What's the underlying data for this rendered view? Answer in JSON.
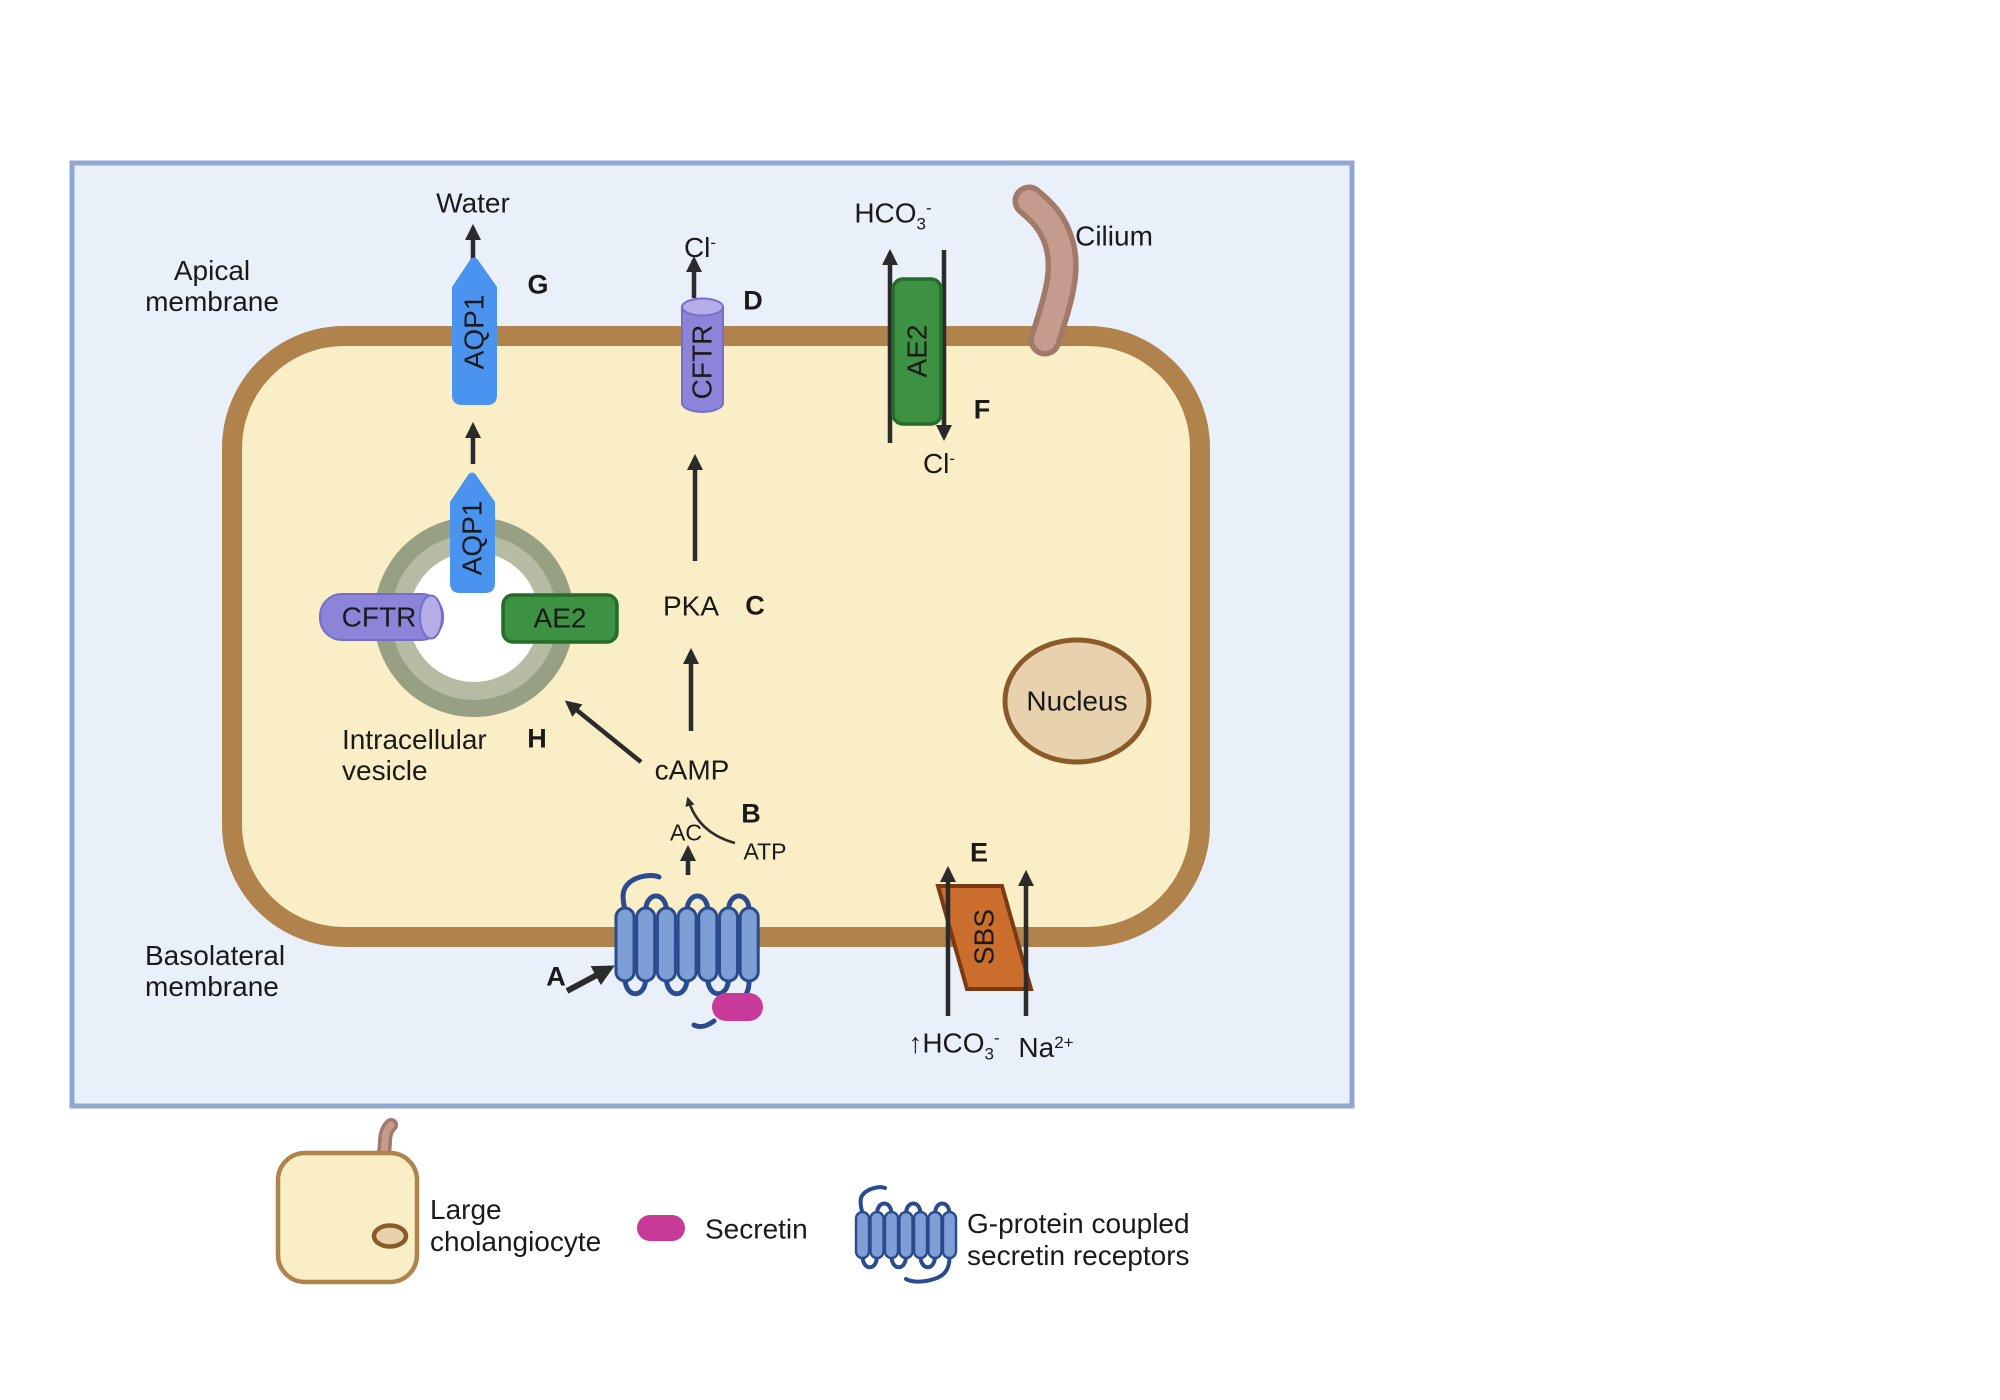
{
  "panel": {
    "apical_membrane": {
      "line1": "Apical",
      "line2": "membrane"
    },
    "basolateral_membrane": {
      "line1": "Basolateral",
      "line2": "membrane"
    },
    "water": "Water",
    "cilium": "Cilium",
    "nucleus": "Nucleus",
    "vesicle_label": {
      "line1": "Intracellular",
      "line2": "vesicle"
    }
  },
  "proteins": {
    "aqp1_apical": "AQP1",
    "aqp1_vesicle": "AQP1",
    "cftr_apical": "CFTR",
    "cftr_vesicle": "CFTR",
    "ae2_apical": "AE2",
    "ae2_vesicle": "AE2",
    "sbs": "SBS"
  },
  "signaling": {
    "pka": "PKA",
    "camp": "cAMP",
    "ac": "AC",
    "atp": "ATP"
  },
  "ions": {
    "cl_apical": {
      "base": "Cl",
      "sup": "-"
    },
    "hco3_apical": {
      "base": "HCO",
      "sub": "3",
      "sup": "-"
    },
    "cl_exchanged": {
      "base": "Cl",
      "sup": "-"
    },
    "hco3_basolateral": {
      "arrow": "↑",
      "base": "HCO",
      "sub": "3",
      "sup": "-"
    },
    "na_basolateral": {
      "base": "Na",
      "sup": "2+"
    }
  },
  "markers": {
    "a": "A",
    "b": "B",
    "c": "C",
    "d": "D",
    "e": "E",
    "f": "F",
    "g": "G",
    "h": "H"
  },
  "legend": {
    "cholangiocyte": {
      "line1": "Large",
      "line2": "cholangiocyte"
    },
    "secretin": "Secretin",
    "receptor": {
      "line1": "G-protein coupled",
      "line2": "secretin receptors"
    }
  },
  "colors": {
    "panel_bg": "#eaf0f9",
    "panel_border": "#90a7d2",
    "cell_fill": "#f9eec5",
    "membrane": "#b0834c",
    "aqp1": "#4a94f0",
    "cftr_body": "#8b84d8",
    "cftr_cap": "#b5ade6",
    "cftr_edge": "#776ecb",
    "ae2": "#3c9142",
    "ae2_border": "#256b2a",
    "sbs": "#cb6e2d",
    "sbs_border": "#7a3a13",
    "secretin": "#c73a97",
    "receptor_fill": "#7e9fd5",
    "receptor_stroke": "#2a4b8f",
    "vesicle_ring_outer": "#98a083",
    "vesicle_ring_inner": "#b6bca4",
    "nucleus_fill": "#e8d2ae",
    "nucleus_border": "#8a5a28",
    "cilium_fill": "#c49b8d",
    "cilium_border": "#a1796b",
    "arrow": "#2b2b2b"
  }
}
